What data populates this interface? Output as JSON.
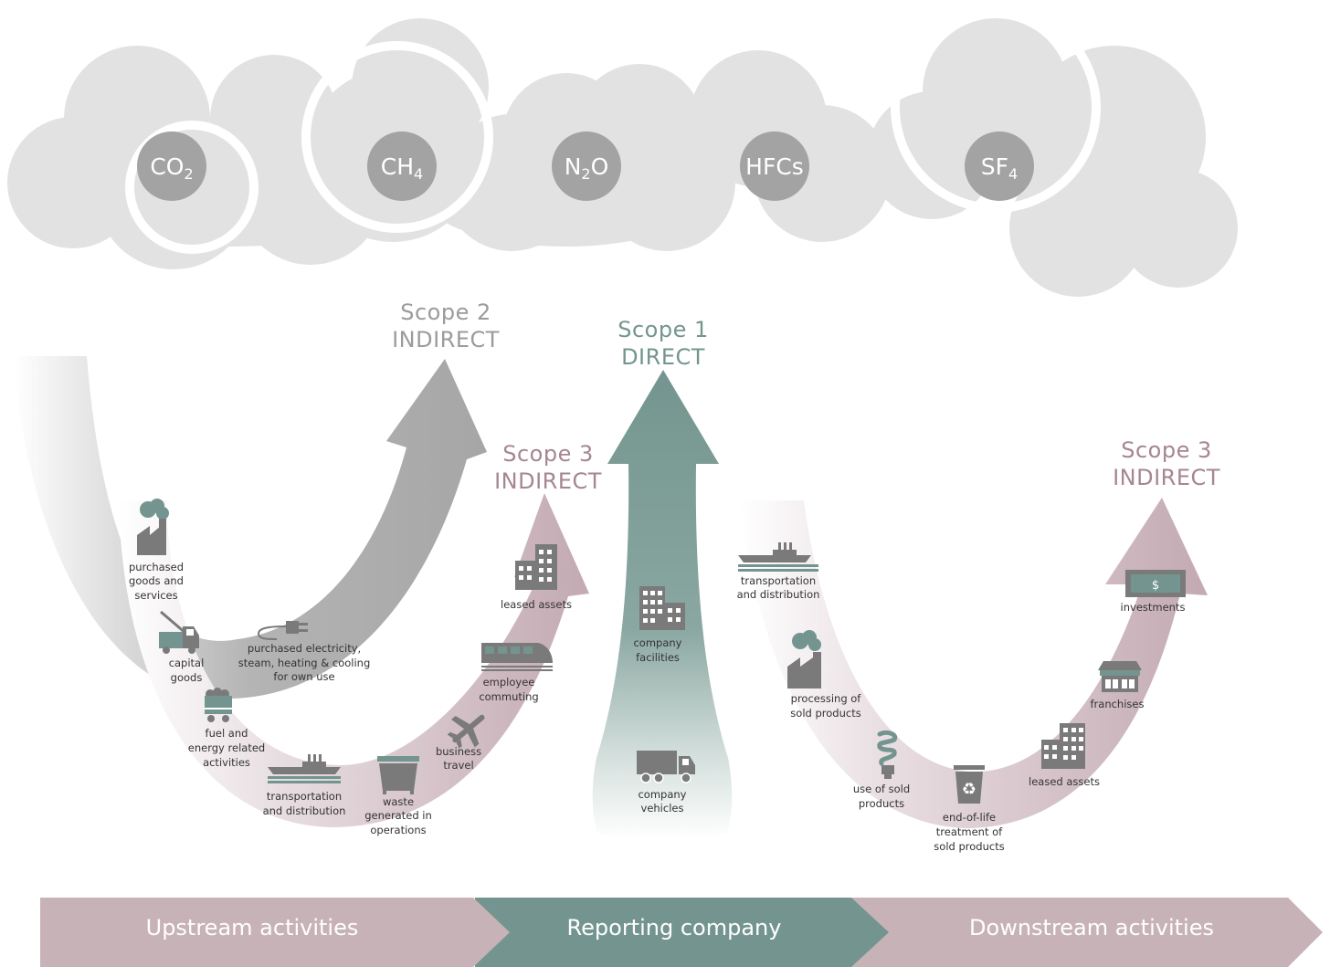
{
  "gases": [
    {
      "label": "CO",
      "sub": "2"
    },
    {
      "label": "CH",
      "sub": "4"
    },
    {
      "label": "N",
      "sub": "2",
      "suffix": "O"
    },
    {
      "label": "HFCs",
      "sub": ""
    },
    {
      "label": "SF",
      "sub": "4"
    }
  ],
  "scopes": {
    "scope2": {
      "line1": "Scope 2",
      "line2": "INDIRECT"
    },
    "scope1": {
      "line1": "Scope 1",
      "line2": "DIRECT"
    },
    "scope3_up": {
      "line1": "Scope 3",
      "line2": "INDIRECT"
    },
    "scope3_down": {
      "line1": "Scope 3",
      "line2": "INDIRECT"
    }
  },
  "upstream_items": [
    {
      "lines": [
        "purchased",
        "goods and",
        "services"
      ],
      "icon": "factory-icon"
    },
    {
      "lines": [
        "capital",
        "goods"
      ],
      "icon": "crane-truck-icon"
    },
    {
      "lines": [
        "fuel and",
        "energy related",
        "activities"
      ],
      "icon": "coal-cart-icon"
    },
    {
      "lines": [
        "transportation",
        "and distribution"
      ],
      "icon": "ship-icon"
    },
    {
      "lines": [
        "waste",
        "generated in",
        "operations"
      ],
      "icon": "dumpster-icon"
    },
    {
      "lines": [
        "business",
        "travel"
      ],
      "icon": "airplane-icon"
    },
    {
      "lines": [
        "employee",
        "commuting"
      ],
      "icon": "train-icon"
    },
    {
      "lines": [
        "leased assets"
      ],
      "icon": "building-icon"
    }
  ],
  "scope2_item": {
    "lines": [
      "purchased electricity,",
      "steam, heating & cooling",
      "for own use"
    ],
    "icon": "power-plug-icon"
  },
  "scope1_items": [
    {
      "lines": [
        "company",
        "facilities"
      ],
      "icon": "building-icon"
    },
    {
      "lines": [
        "company",
        "vehicles"
      ],
      "icon": "truck-icon"
    }
  ],
  "downstream_items": [
    {
      "lines": [
        "transportation",
        "and distribution"
      ],
      "icon": "ship-icon"
    },
    {
      "lines": [
        "processing of",
        "sold products"
      ],
      "icon": "factory-icon"
    },
    {
      "lines": [
        "use of sold",
        "products"
      ],
      "icon": "lightbulb-icon"
    },
    {
      "lines": [
        "end-of-life",
        "treatment of",
        "sold products"
      ],
      "icon": "recycle-bin-icon"
    },
    {
      "lines": [
        "leased assets"
      ],
      "icon": "building-icon"
    },
    {
      "lines": [
        "franchises"
      ],
      "icon": "storefront-icon"
    },
    {
      "lines": [
        "investments"
      ],
      "icon": "banknote-icon"
    }
  ],
  "banknote_symbol": "$",
  "bands": [
    {
      "label": "Upstream activities"
    },
    {
      "label": "Reporting company"
    },
    {
      "label": "Downstream activities"
    }
  ],
  "colors": {
    "cloud": "#e2e2e2",
    "gas_circle": "#a3a3a3",
    "scope1": "#74958f",
    "scope2": "#9b9b9b",
    "scope3": "#a68690",
    "band_mauve": "#c7b2b8",
    "band_teal": "#74958f",
    "icon_gray": "#7a7a7a"
  }
}
